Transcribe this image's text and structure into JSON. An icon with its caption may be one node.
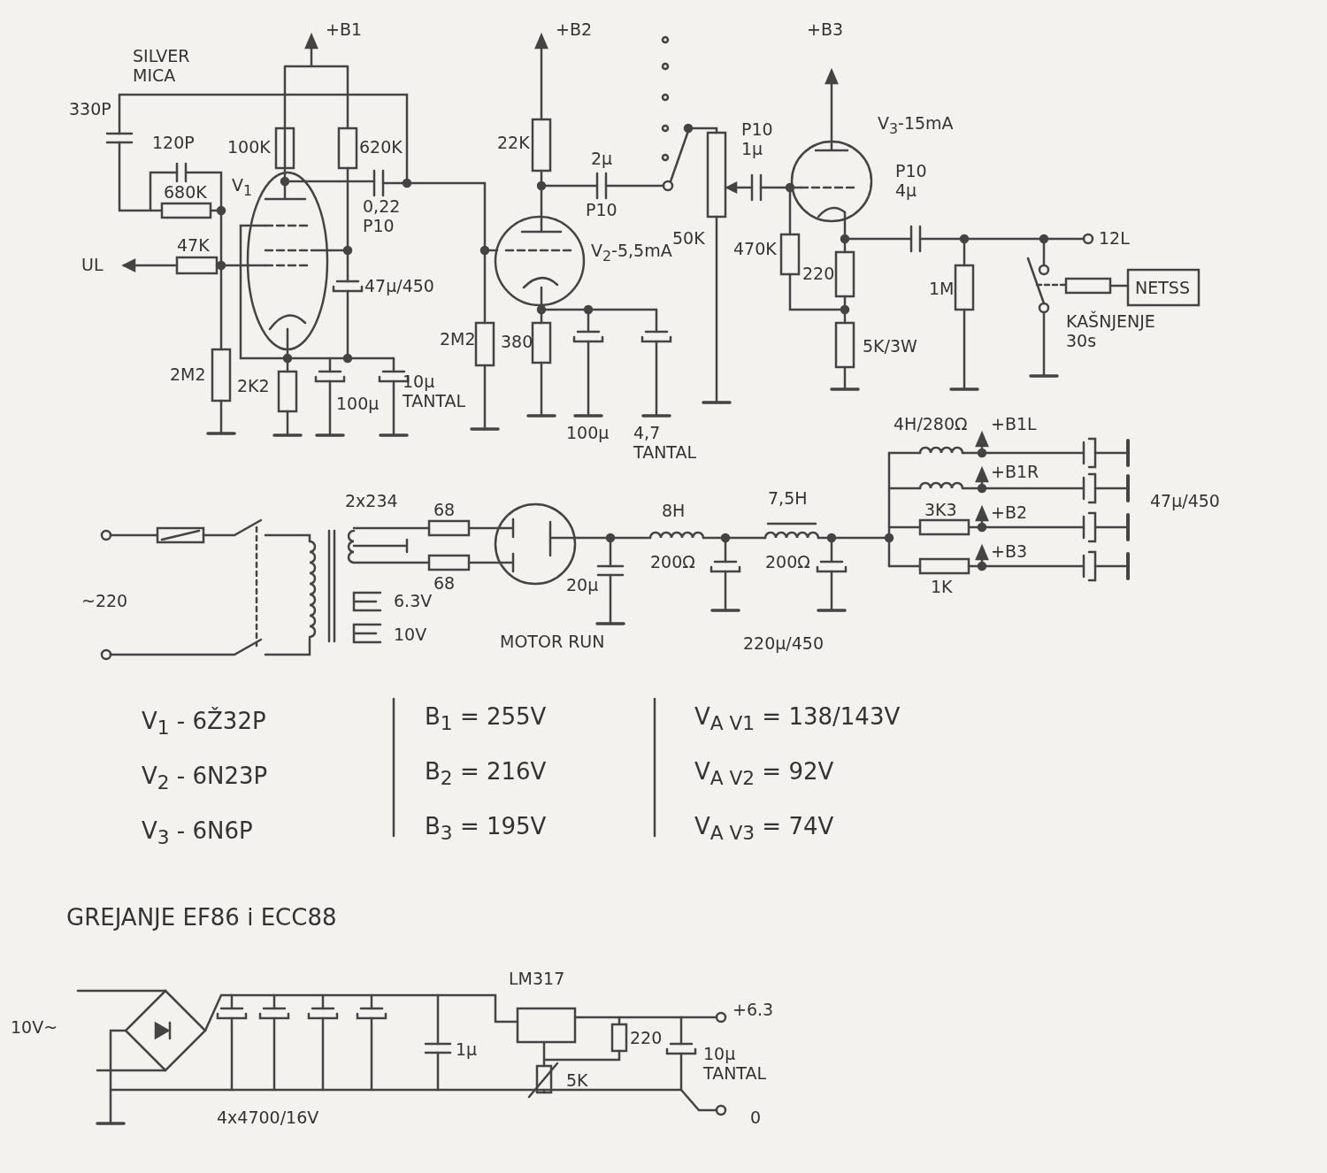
{
  "diagram": {
    "labels": [
      "SILVER MICA",
      "+B1",
      "330P",
      "120P",
      "680K",
      "V$_{1}$",
      "100K",
      "620K",
      "0,22 P10",
      "47K",
      "UL",
      "47µ/450",
      "2M2",
      "2K2",
      "100µ",
      "10µ TANTAL",
      "+B2",
      "22K",
      "2µ",
      "P10",
      "2M2",
      "380",
      "100µ",
      "4,7 TANTAL",
      "V$_{2}$-5,5mA",
      "50K",
      "P10 1µ",
      "+B3",
      "V$_{3}$-15mA",
      "P10 4µ",
      "470K",
      "220",
      "5K/3W",
      "1M",
      "12L",
      "NETSS",
      "KAŠNJENJE 30s",
      "4H/280Ω",
      "+B1L",
      "+B1R",
      "3K3",
      "+B2",
      "+B3",
      "1K",
      "47µ/450",
      "2x234",
      "68",
      "68",
      "6.3V",
      "10V",
      "~220",
      "20µ",
      "MOTOR RUN",
      "8H",
      "200Ω",
      "7,5H",
      "200Ω",
      "220µ/450",
      "V$_{1}$ - 6Ž32P",
      "V$_{2}$ - 6N23P",
      "V$_{3}$ - 6N6P",
      "B$_{1}$ = 255V",
      "B$_{2}$ = 216V",
      "B$_{3}$ = 195V",
      "V$_{A V1}$ = 138/143V",
      "V$_{A V2}$ = 92V",
      "V$_{A V3}$ = 74V",
      "GREJANJE EF86 i ECC88",
      "LM317",
      "10V~",
      "+6.3",
      "1µ",
      "220",
      "5K",
      "10µ TANTAL",
      "0",
      "4x4700/16V"
    ]
  }
}
